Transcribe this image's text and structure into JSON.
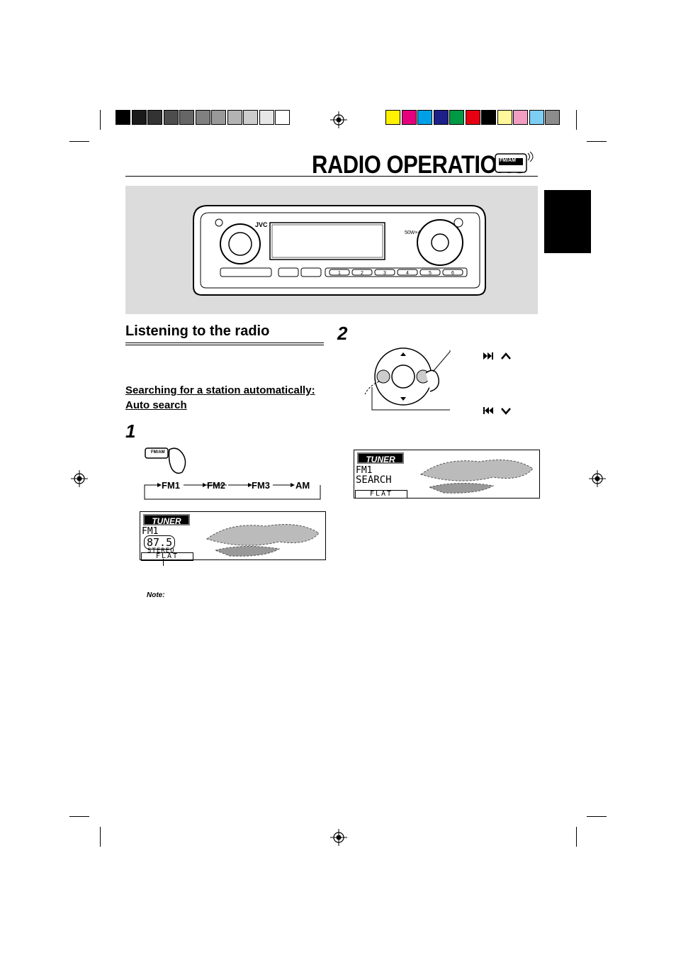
{
  "page": {
    "title": "RADIO OPERATIONS",
    "badge_label": "FM/AM"
  },
  "section": {
    "heading": "Listening to the radio",
    "subheading_line1": "Searching for a station automatically:",
    "subheading_line2": "Auto search",
    "step1": "1",
    "step2": "2"
  },
  "button_fmam": "FM/AM",
  "band_sequence": [
    "FM1",
    "FM2",
    "FM3",
    "AM"
  ],
  "display1": {
    "tag": "TUNER",
    "band": "FM1",
    "frequency": "87.5",
    "stereo": "STEREO",
    "eq": "FLAT"
  },
  "display2": {
    "tag": "TUNER",
    "band": "FM1",
    "status": "SEARCH",
    "eq": "FLAT"
  },
  "radio_unit": {
    "brand": "JVC",
    "power_label": "50W×4",
    "preset_buttons": [
      "1",
      "2",
      "3",
      "4",
      "5",
      "6"
    ]
  },
  "note_label": "Note:",
  "colors": {
    "gray_bar": [
      "#000000",
      "#1a1a1a",
      "#333333",
      "#4d4d4d",
      "#666666",
      "#808080",
      "#999999",
      "#b3b3b3",
      "#cccccc",
      "#e6e6e6",
      "#ffffff"
    ],
    "color_bar": [
      "#fff200",
      "#e6007e",
      "#00a0e9",
      "#1d2088",
      "#009944",
      "#e60012",
      "#000000",
      "#fff799",
      "#f19ec2",
      "#7ecef4",
      "#8c8c8c"
    ],
    "panel": "#dcdcdc"
  }
}
